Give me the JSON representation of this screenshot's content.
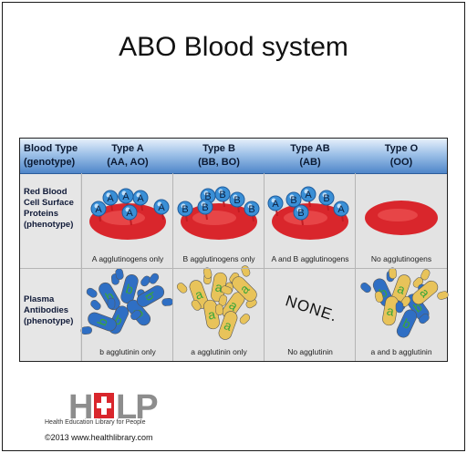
{
  "title": "ABO Blood system",
  "header": {
    "col0_line1": "Blood Type",
    "col0_line2": "(genotype)",
    "cols": [
      {
        "name": "Type A",
        "genotype": "(AA, AO)"
      },
      {
        "name": "Type B",
        "genotype": "(BB, BO)"
      },
      {
        "name": "Type AB",
        "genotype": "(AB)"
      },
      {
        "name": "Type O",
        "genotype": "(OO)"
      }
    ]
  },
  "rows": [
    {
      "label_lines": [
        "Red Blood",
        "Cell Surface",
        "Proteins",
        "(phenotype)"
      ],
      "captions": [
        "A agglutinogens only",
        "B agglutinogens only",
        "A and B agglutinogens",
        "No agglutinogens"
      ]
    },
    {
      "label_lines": [
        "Plasma",
        "Antibodies",
        "(phenotype)"
      ],
      "captions": [
        "b agglutinin only",
        "a agglutinin only",
        "No agglutinin",
        "a and b agglutinin"
      ]
    }
  ],
  "antigen_letters": {
    "a": "A",
    "b": "B"
  },
  "antibody_letters": {
    "a": "a",
    "b": "b"
  },
  "none_text": "NONE.",
  "footer": {
    "logo_text": "HELP",
    "logo_subtitle": "Health Education Library for People",
    "copyright": "©2013 www.healthlibrary.com"
  },
  "colors": {
    "header_blue": "#4f86c9",
    "rbc_red": "#d9262c",
    "antigen_blue": "#3a8fd6",
    "antibody_blue": "#2f6fc4",
    "antibody_yellow": "#e8c35a",
    "letter_green": "#3aa639",
    "logo_red": "#d9262c",
    "logo_gray": "#8d8d8d"
  }
}
